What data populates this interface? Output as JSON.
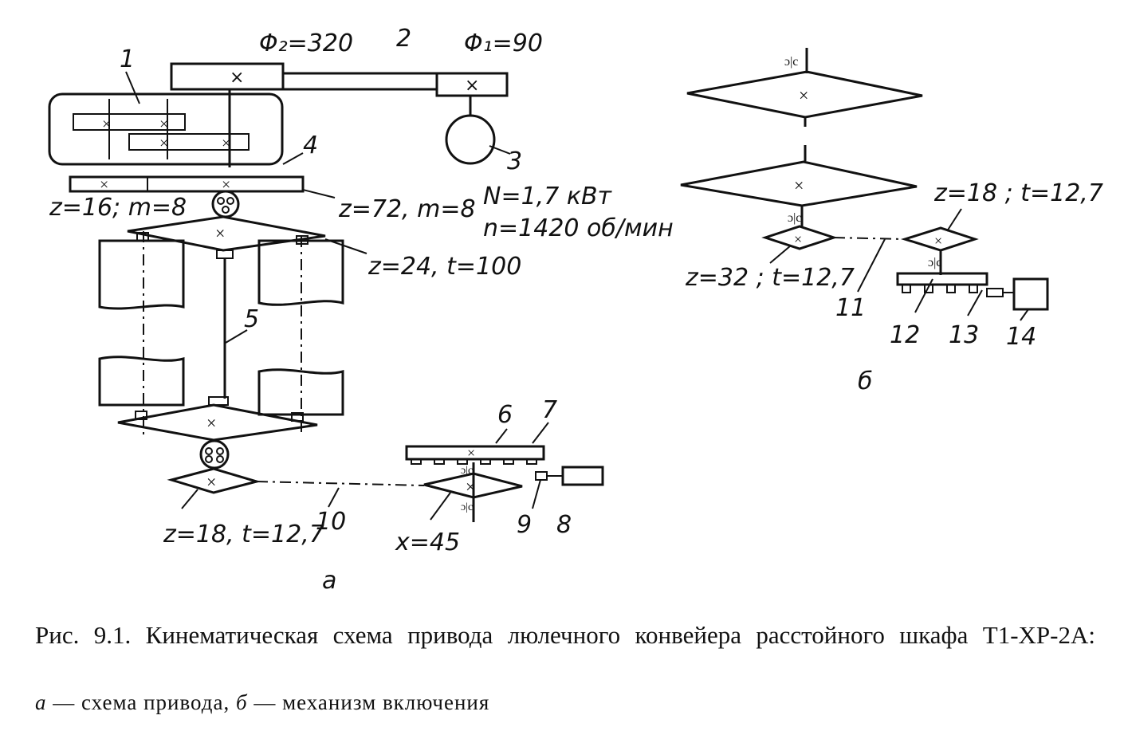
{
  "figure": {
    "labels": {
      "phi2": "Φ₂=320",
      "phi1": "Φ₁=90",
      "n1": "1",
      "n2": "2",
      "n3": "3",
      "n4": "4",
      "n5": "5",
      "n6": "6",
      "n7": "7",
      "n8": "8",
      "n9": "9",
      "n10": "10",
      "n11": "11",
      "n12": "12",
      "n13": "13",
      "n14": "14",
      "z16": "z=16; m=8",
      "z72": "z=72, m=8",
      "power": "N=1,7 кВт",
      "speed": "n=1420 об/мин",
      "z24": "z=24, t=100",
      "z18a": "z=18, t=12,7",
      "x45": "x=45",
      "sub_a": "а",
      "z18b": "z=18 ; t=12,7",
      "z32": "z=32 ; t=12,7",
      "sub_b": "б"
    }
  },
  "caption": {
    "line1": "Рис. 9.1. Кинематическая схема привода люлечного конвейера расстойного шкафа Т1-ХР-2А:",
    "a_letter": "а",
    "a_text": " — схема привода, ",
    "b_letter": "б",
    "b_text": " — механизм включения"
  }
}
